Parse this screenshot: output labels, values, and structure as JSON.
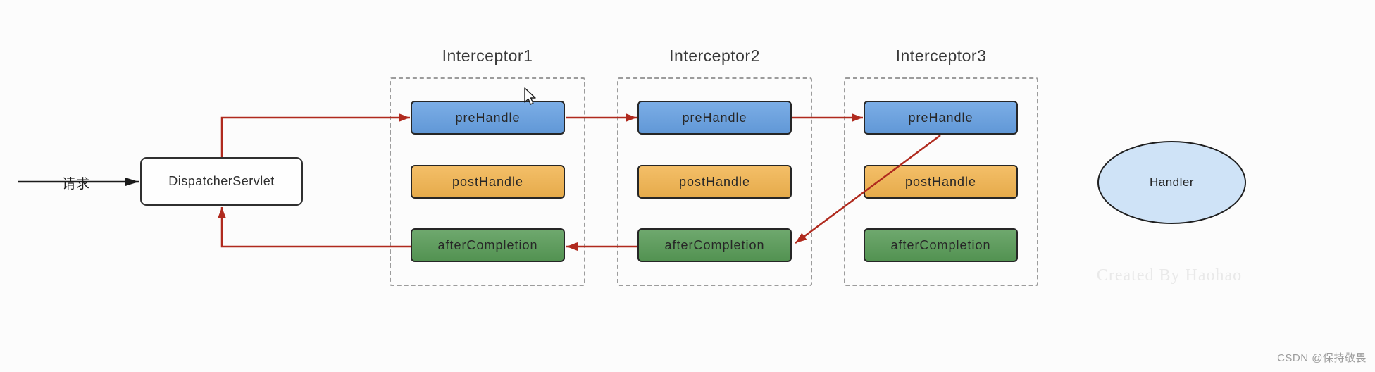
{
  "request": {
    "label": "请求"
  },
  "dispatcher": {
    "label": "DispatcherServlet"
  },
  "interceptors": [
    {
      "title": "Interceptor1",
      "rows": [
        {
          "label": "preHandle"
        },
        {
          "label": "postHandle"
        },
        {
          "label": "afterCompletion"
        }
      ]
    },
    {
      "title": "Interceptor2",
      "rows": [
        {
          "label": "preHandle"
        },
        {
          "label": "postHandle"
        },
        {
          "label": "afterCompletion"
        }
      ]
    },
    {
      "title": "Interceptor3",
      "rows": [
        {
          "label": "preHandle"
        },
        {
          "label": "postHandle"
        },
        {
          "label": "afterCompletion"
        }
      ]
    }
  ],
  "handler": {
    "label": "Handler"
  },
  "watermark": {
    "text": "Created By Haohao"
  },
  "credit": {
    "text": "CSDN @保持敬畏"
  },
  "colors": {
    "pre_handle": "#66a0e2",
    "post_handle": "#f2b44f",
    "after_completion": "#579a56",
    "connector_red": "#b02a1e",
    "arrow_black": "#1a1a1a",
    "handler_fill": "#cfe3f7",
    "dispatcher_fill": "#fefefe",
    "panel_border": "#9c9c9c"
  }
}
